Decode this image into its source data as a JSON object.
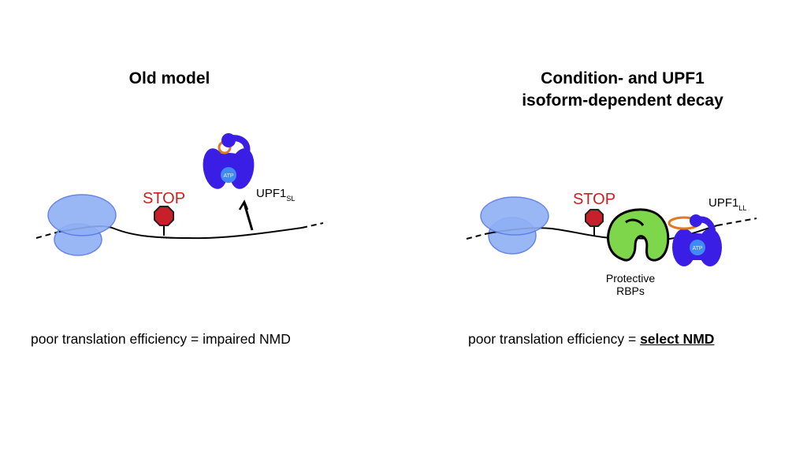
{
  "panels": [
    {
      "title": "Old model",
      "stop_label": "STOP",
      "upf1_label": "UPF1",
      "upf1_subscript": "SL",
      "atp_label": "ATP",
      "caption_prefix": "poor translation efficiency = impaired NMD",
      "caption_emphasis": ""
    },
    {
      "title_line1": "Condition- and UPF1",
      "title_line2": "isoform-dependent decay",
      "stop_label": "STOP",
      "upf1_label": "UPF1",
      "upf1_subscript": "LL",
      "atp_label": "ATP",
      "rbp_label_line1": "Protective",
      "rbp_label_line2": "RBPs",
      "caption_prefix": "poor translation efficiency = ",
      "caption_emphasis": "select NMD"
    }
  ],
  "colors": {
    "ribosome": "#8fb0f5",
    "ribosome_edge": "#5a78e6",
    "upf1": "#3a1ee6",
    "atp": "#3f8af5",
    "stop_sign": "#c8202a",
    "stop_text": "#cc2020",
    "orange_loop": "#e07a20",
    "rbp": "#7ed64a"
  }
}
